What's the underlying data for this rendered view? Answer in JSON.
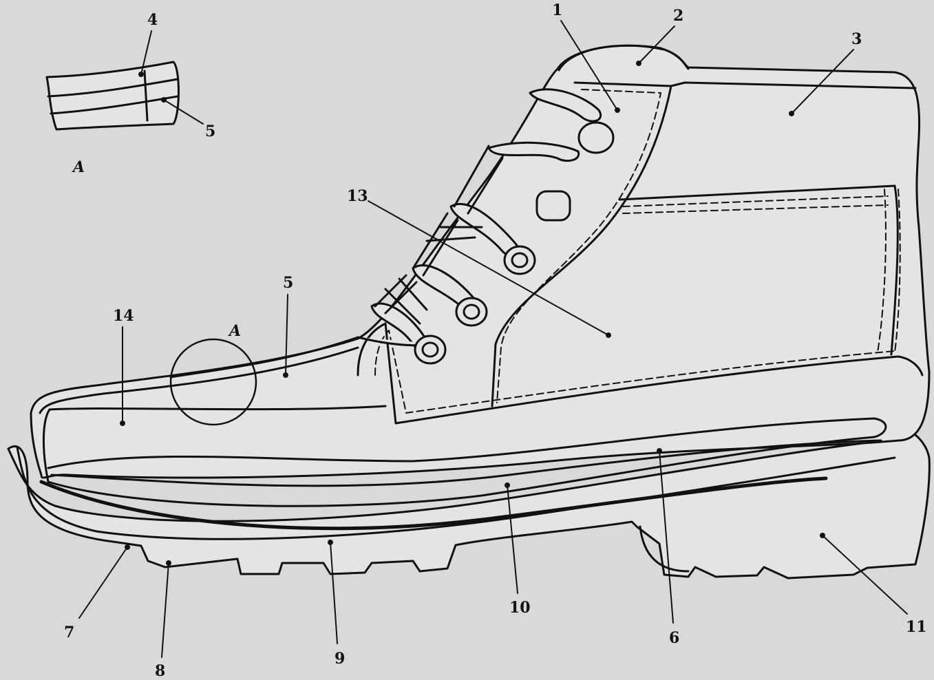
{
  "figure": {
    "inset_labels": {
      "part_4": "4",
      "part_5": "5",
      "view": "A"
    },
    "labels": {
      "part_1": "1",
      "part_2": "2",
      "part_3": "3",
      "part_13": "13",
      "part_5": "5",
      "part_14": "14",
      "detail_a": "A",
      "part_7": "7",
      "part_8": "8",
      "part_9": "9",
      "part_10": "10",
      "part_6": "6",
      "part_11": "11"
    },
    "colors": {
      "background": "#d9d9d9",
      "ink": "#111111",
      "fill": "#e4e4e4"
    }
  }
}
